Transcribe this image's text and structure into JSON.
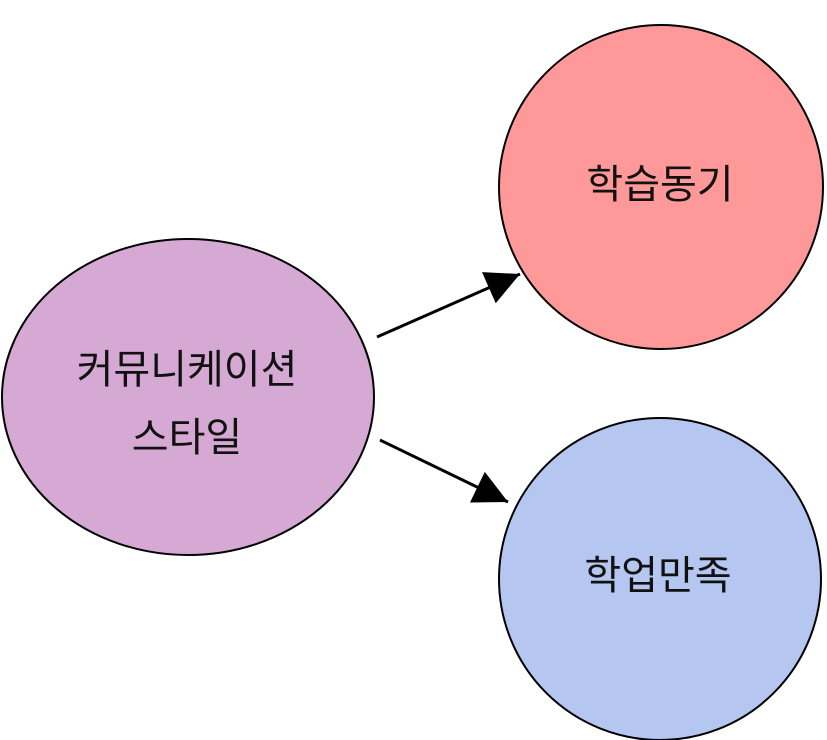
{
  "diagram": {
    "source_node": {
      "lines": [
        "커뮤니케이션",
        "스타일"
      ],
      "fill": "#D5A9D3"
    },
    "target_top": {
      "label": "학습동기",
      "fill": "#FF9898"
    },
    "target_bottom": {
      "label": "학업만족",
      "fill": "#B5C7F1"
    },
    "stroke_color": "#000000",
    "edges": [
      {
        "from": "source_node",
        "to": "target_top"
      },
      {
        "from": "source_node",
        "to": "target_bottom"
      }
    ]
  }
}
